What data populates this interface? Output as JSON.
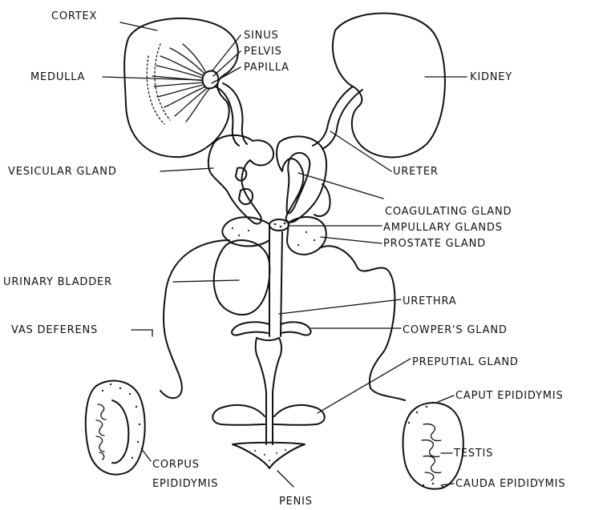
{
  "labels": {
    "cortex": "CORTEX",
    "sinus": "SINUS",
    "pelvis": "PELVIS",
    "papilla": "PAPILLA",
    "medulla": "MEDULLA",
    "kidney": "KIDNEY",
    "vesicular_gland": "VESICULAR GLAND",
    "ureter": "URETER",
    "coagulating_gland": "COAGULATING GLAND",
    "ampullary_glands": "AMPULLARY GLANDS",
    "prostate_gland": "PROSTATE GLAND",
    "urinary_bladder": "URINARY BLADDER",
    "urethra": "URETHRA",
    "vas_deferens": "VAS DEFERENS",
    "cowpers_gland": "COWPER'S GLAND",
    "preputial_gland": "PREPUTIAL GLAND",
    "caput_epididymis": "CAPUT EPIDIDYMIS",
    "testis": "TESTIS",
    "corpus_epididymis_line1": "CORPUS",
    "corpus_epididymis_line2": "EPIDIDYMIS",
    "cauda_epididymis": "CAUDA EPIDIDYMIS",
    "penis": "PENIS"
  }
}
